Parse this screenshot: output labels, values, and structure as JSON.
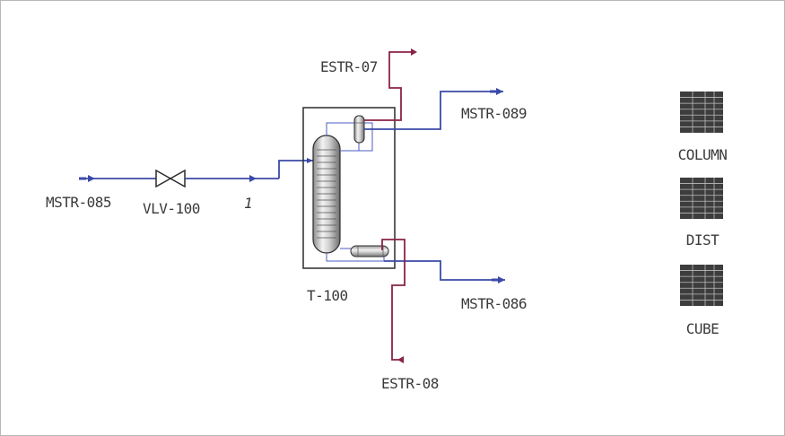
{
  "diagram": {
    "streams": {
      "feed": "MSTR-085",
      "intermediate": "1",
      "overhead_product": "MSTR-089",
      "bottoms_product": "MSTR-086",
      "condenser_duty": "ESTR-07",
      "reboiler_duty": "ESTR-08"
    },
    "units": {
      "valve": "VLV-100",
      "column": "T-100"
    },
    "spreadsheets": [
      {
        "label": "COLUMN"
      },
      {
        "label": "DIST"
      },
      {
        "label": "CUBE"
      }
    ],
    "colors": {
      "material_stream": "#3b4aa8",
      "energy_stream": "#8a2347",
      "equipment_outline": "#2b2b2b",
      "spreadsheet_icon": "#3d3d3d"
    }
  }
}
